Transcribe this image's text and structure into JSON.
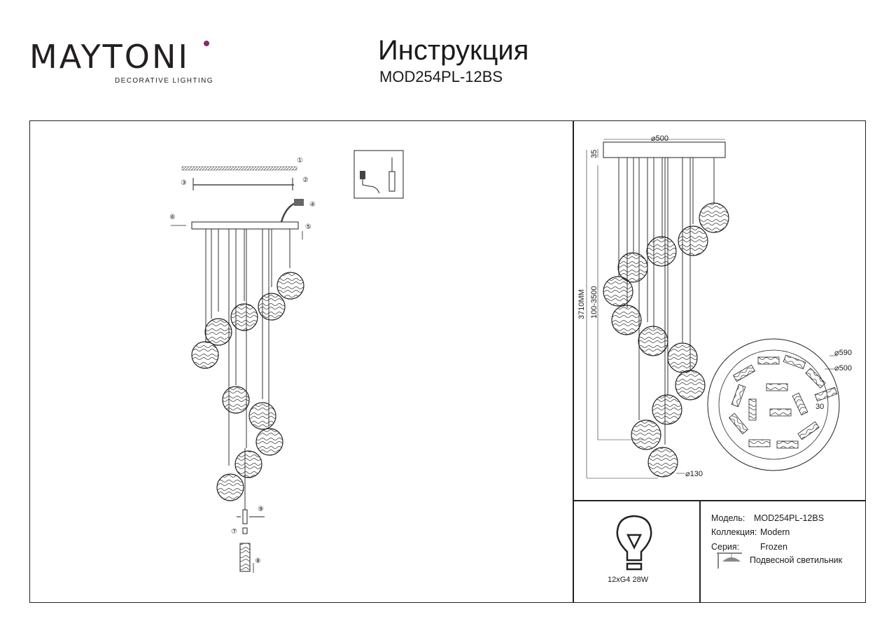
{
  "brand": {
    "name": "MAYTONI",
    "tagline": "DECORATIVE LIGHTING",
    "accent": "#8a2a6e"
  },
  "header": {
    "title": "Инструкция",
    "model": "MOD254PL-12BS"
  },
  "dimensions": {
    "top_diameter": "⌀500",
    "canopy_height": "35",
    "total_height": "3710MM",
    "cable_range": "100-3500",
    "shade_diameter": "⌀130",
    "outer_diameter": "⌀590",
    "inner_diameter": "⌀500",
    "gap": "30"
  },
  "callouts": [
    "①",
    "②",
    "③",
    "④",
    "⑤",
    "⑥",
    "⑦",
    "⑧",
    "⑨"
  ],
  "bulb": {
    "label": "12xG4 28W"
  },
  "specs": {
    "model_label": "Модель:",
    "model_value": "MOD254PL-12BS",
    "collection_label": "Коллекция:",
    "collection_value": "Modern",
    "series_label": "Серия:",
    "series_value": "Frozen",
    "type_value": "Подвесной светильник"
  }
}
